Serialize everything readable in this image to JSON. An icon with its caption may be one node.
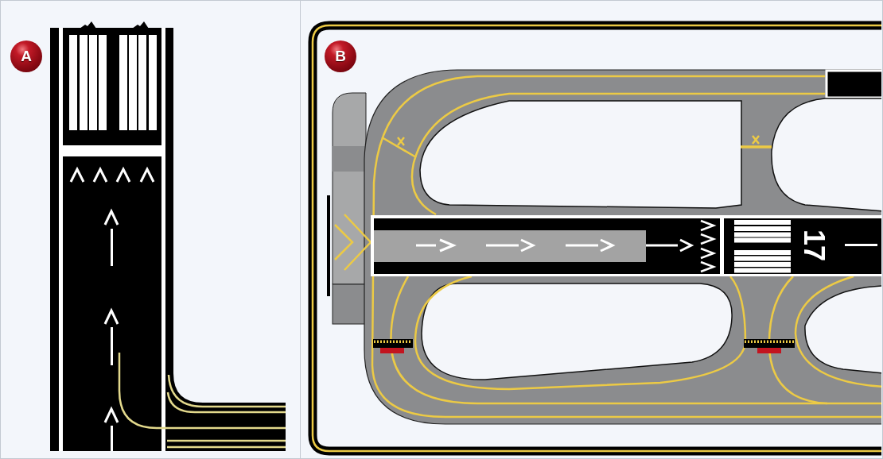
{
  "diagram": {
    "labels": [
      "A",
      "B",
      "17"
    ]
  }
}
